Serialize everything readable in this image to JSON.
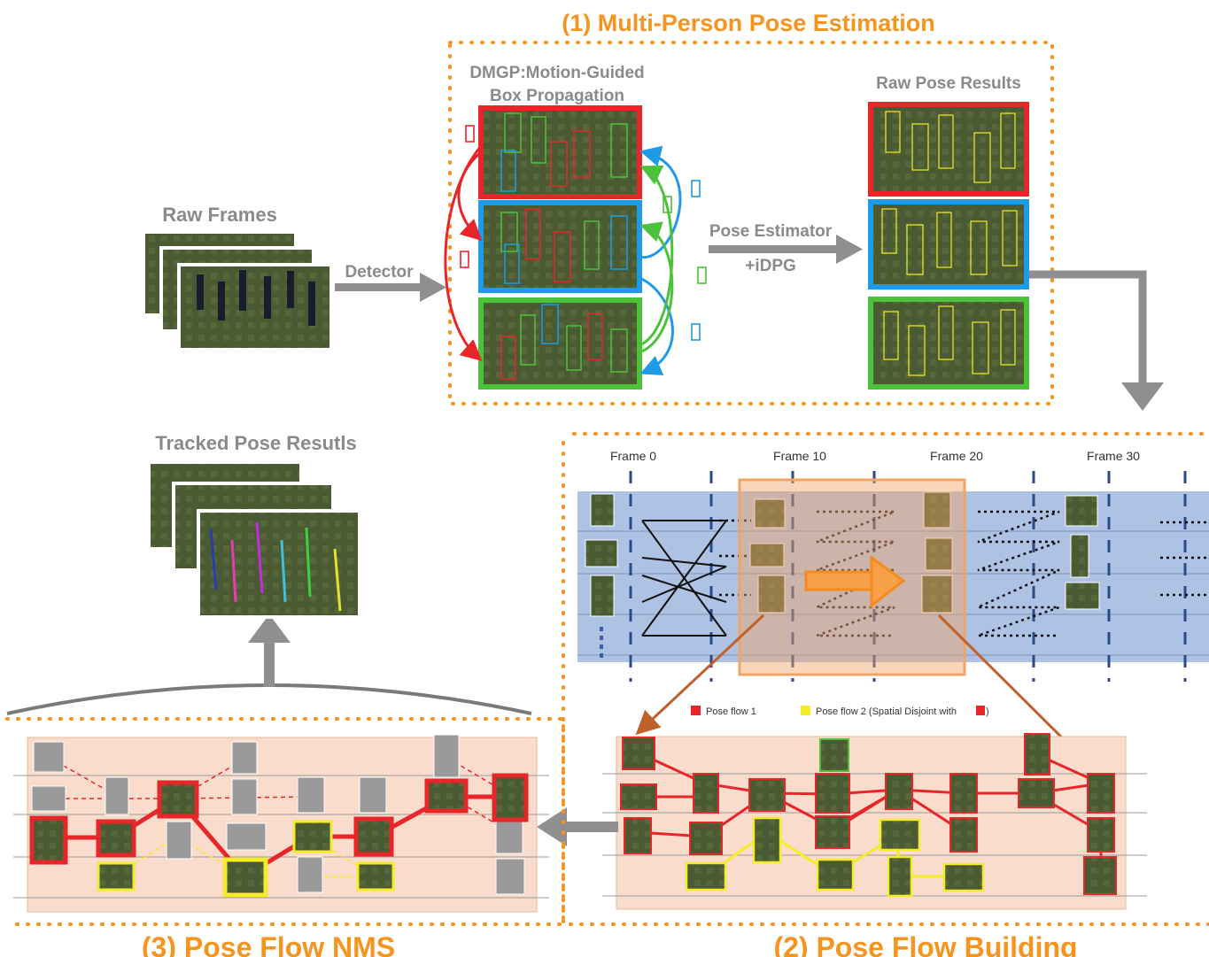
{
  "titles": {
    "stage1": "(1) Multi-Person Pose Estimation",
    "stage2": "(2) Pose Flow Building",
    "stage3": "(3) Pose Flow NMS"
  },
  "labels": {
    "raw_frames": "Raw Frames",
    "detector": "Detector",
    "dmgp_line1": "DMGP:Motion-Guided",
    "dmgp_line2": "Box Propagation",
    "pose_estimator": "Pose Estimator",
    "idpg": "+iDPG",
    "raw_pose_results": "Raw Pose Results",
    "tracked_pose_results": "Tracked Pose Resutls"
  },
  "frames": [
    "Frame 0",
    "Frame 10",
    "Frame 20",
    "Frame 30"
  ],
  "legend": {
    "flow1": "Pose flow 1",
    "flow2": "Pose flow 2 (Spatial Disjoint with"
  },
  "colors": {
    "orange": "#f7941d",
    "red": "#e8262a",
    "blue": "#1e9be8",
    "green": "#4cc23a",
    "yellow": "#f5ec27",
    "grey_arrow": "#8f8f8f",
    "timeline_bg": "#aec2e3",
    "panel_bg": "#f9dccb"
  }
}
